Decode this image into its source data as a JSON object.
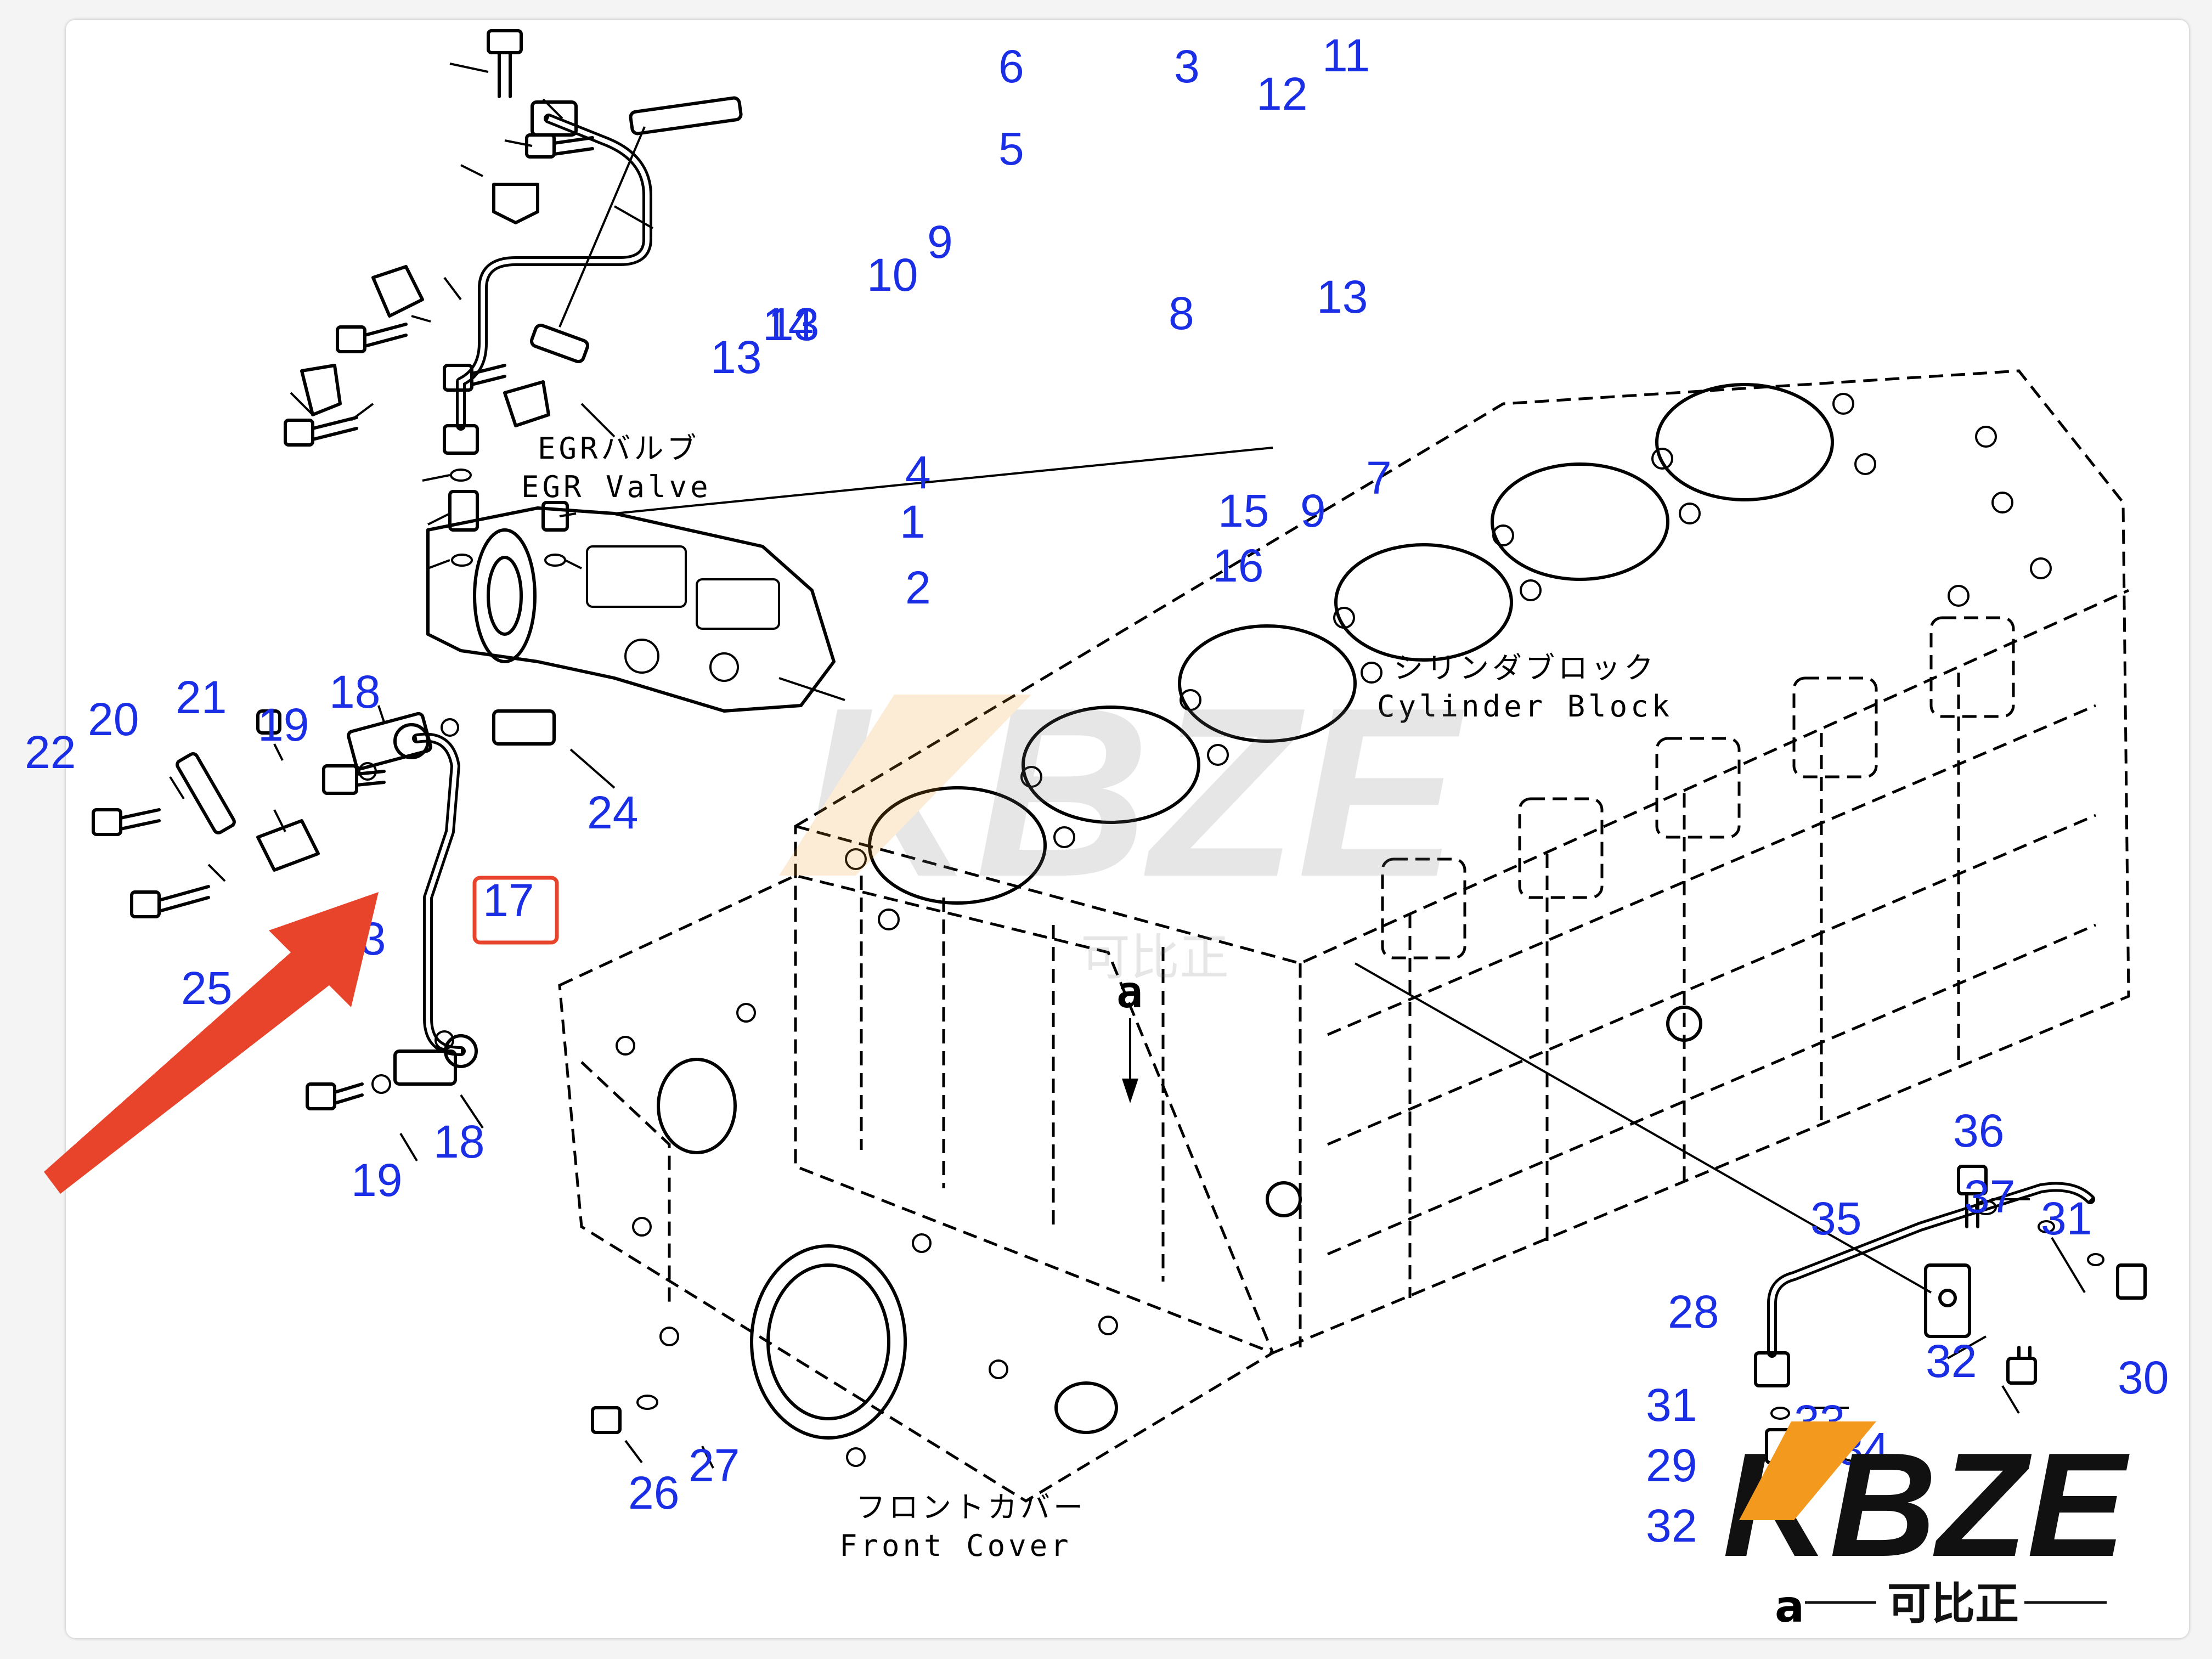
{
  "labels": {
    "egr_jp": "EGRバルブ",
    "egr_en": "EGR Valve",
    "block_jp": "シリンダブロック",
    "block_en": "Cylinder Block",
    "cover_jp": "フロントカバー",
    "cover_en": "Front Cover",
    "detail": "a"
  },
  "callouts": [
    "6",
    "3",
    "11",
    "12",
    "5",
    "9",
    "10",
    "13",
    "13",
    "8",
    "14",
    "13",
    "4",
    "1",
    "15",
    "2",
    "16",
    "7",
    "9",
    "18",
    "21",
    "20",
    "19",
    "22",
    "24",
    "17",
    "13",
    "25",
    "18",
    "19",
    "36",
    "37",
    "31",
    "35",
    "28",
    "31",
    "32",
    "30",
    "33",
    "34",
    "29",
    "32",
    "26",
    "27"
  ],
  "highlight_part": "17",
  "watermark": {
    "brand": "KBZE",
    "cn": "可比正",
    "detail": "a"
  },
  "colors": {
    "callout": "#1a2ee6",
    "highlight_box": "#e8442c",
    "arrow": "#e8442c",
    "brand_orange": "#f39a1e"
  }
}
